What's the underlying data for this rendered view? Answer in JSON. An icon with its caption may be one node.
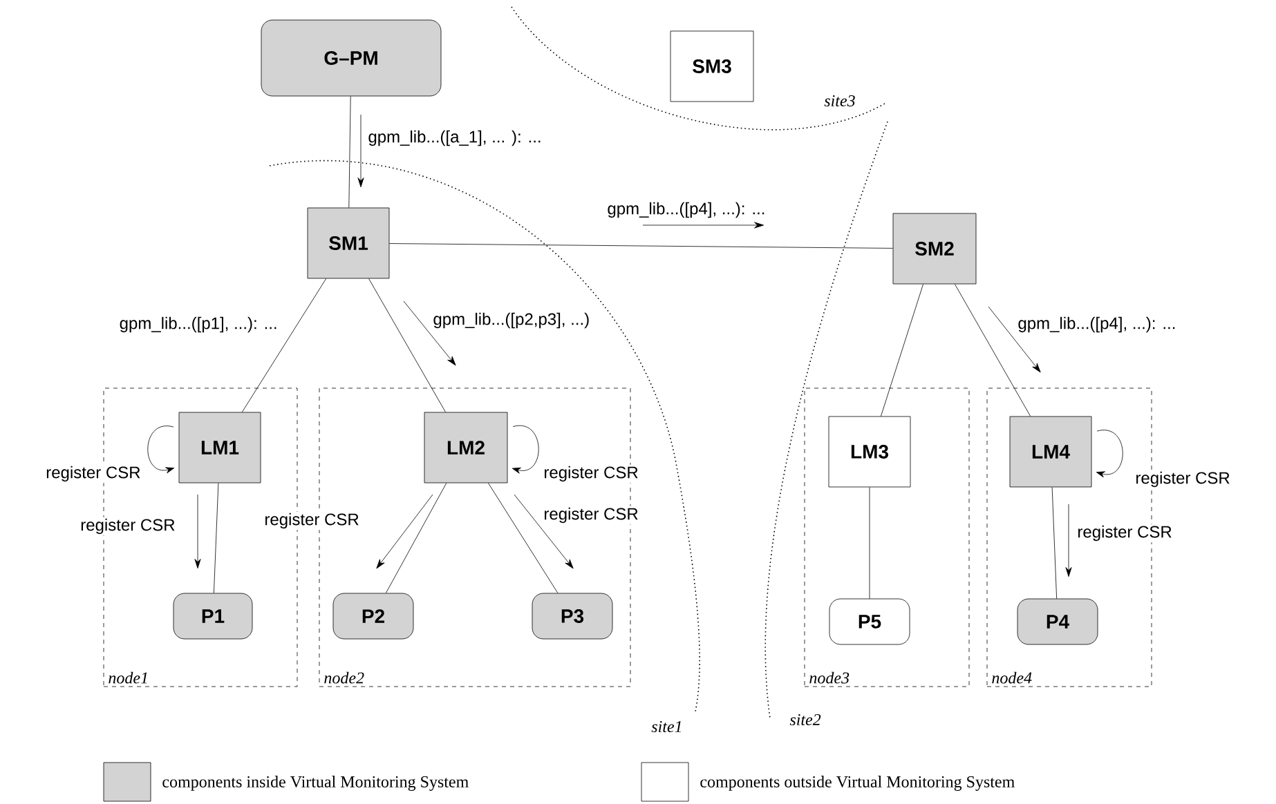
{
  "diagram": {
    "nodes": [
      {
        "text": [
          "G–PM"
        ]
      },
      {
        "text": [
          "SM3"
        ]
      },
      {
        "text": [
          "SM1"
        ]
      },
      {
        "text": [
          "SM2"
        ]
      },
      {
        "text": [
          "node1"
        ]
      },
      {
        "text": [
          "LM1"
        ],
        "in": 4
      },
      {
        "text": [
          "P1"
        ],
        "in": 4
      },
      {
        "text": [
          "node2"
        ]
      },
      {
        "text": [
          "LM2"
        ],
        "in": 7
      },
      {
        "text": [
          "P2"
        ],
        "in": 7
      },
      {
        "text": [
          "P3"
        ],
        "in": 7
      },
      {
        "text": [
          "node3"
        ]
      },
      {
        "text": [
          "LM3"
        ],
        "in": 11
      },
      {
        "text": [
          "P5"
        ],
        "in": 11
      },
      {
        "text": [
          "node4"
        ]
      },
      {
        "text": [
          "LM4"
        ],
        "in": 14
      },
      {
        "text": [
          "P4"
        ],
        "in": 14
      }
    ],
    "edges": [
      {
        "from": 0,
        "to": 2,
        "arrow": "none",
        "label": "gpm_lib...([a_1], ... ): ..."
      },
      {
        "from": 2,
        "to": 3,
        "arrow": "none",
        "label": "gpm_lib...([p4], ...): ..."
      },
      {
        "from": 2,
        "to": 5,
        "arrow": "none",
        "label": "gpm_lib...([p1], ...): ..."
      },
      {
        "from": 2,
        "to": 8,
        "arrow": "none",
        "label": "gpm_lib...([p2,p3], ...)"
      },
      {
        "from": 3,
        "to": 12,
        "arrow": "none"
      },
      {
        "from": 3,
        "to": 15,
        "arrow": "none",
        "label": "gpm_lib...([p4], ...): ..."
      },
      {
        "from": 5,
        "to": 5,
        "arrow": "to",
        "label": "register CSR"
      },
      {
        "from": 5,
        "to": 6,
        "arrow": "none",
        "label": "register CSR"
      },
      {
        "from": 8,
        "to": 8,
        "arrow": "to",
        "label": "register CSR"
      },
      {
        "from": 8,
        "to": 9,
        "arrow": "none",
        "label": "register CSR"
      },
      {
        "from": 8,
        "to": 10,
        "arrow": "none",
        "label": "register CSR"
      },
      {
        "from": 12,
        "to": 13,
        "arrow": "none"
      },
      {
        "from": 15,
        "to": 15,
        "arrow": "to",
        "label": "register CSR"
      },
      {
        "from": 15,
        "to": 16,
        "arrow": "none",
        "label": "register CSR"
      }
    ],
    "labels": [
      "site3",
      "site1",
      "site2"
    ],
    "legend": [
      {
        "text": "components inside Virtual Monitoring System",
        "color": "#d3d3d3"
      },
      {
        "text": "components outside Virtual Monitoring System"
      }
    ]
  }
}
